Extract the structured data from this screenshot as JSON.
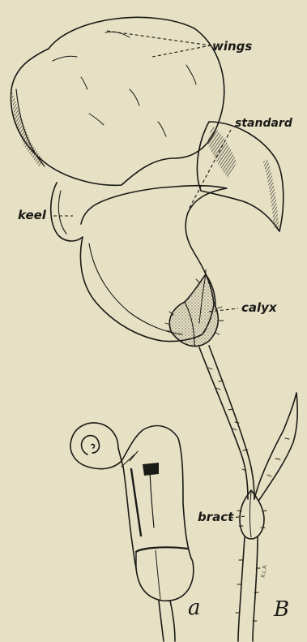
{
  "labels": {
    "wings": "wings",
    "standard": "standard",
    "keel": "keel",
    "calyx": "calyx",
    "bract": "bract"
  },
  "panel_letters": {
    "a": "a",
    "b": "B"
  },
  "artist_initials": "R.L.R.",
  "colors": {
    "paper": "#e6e0c4",
    "ink": "#1a1a16"
  }
}
